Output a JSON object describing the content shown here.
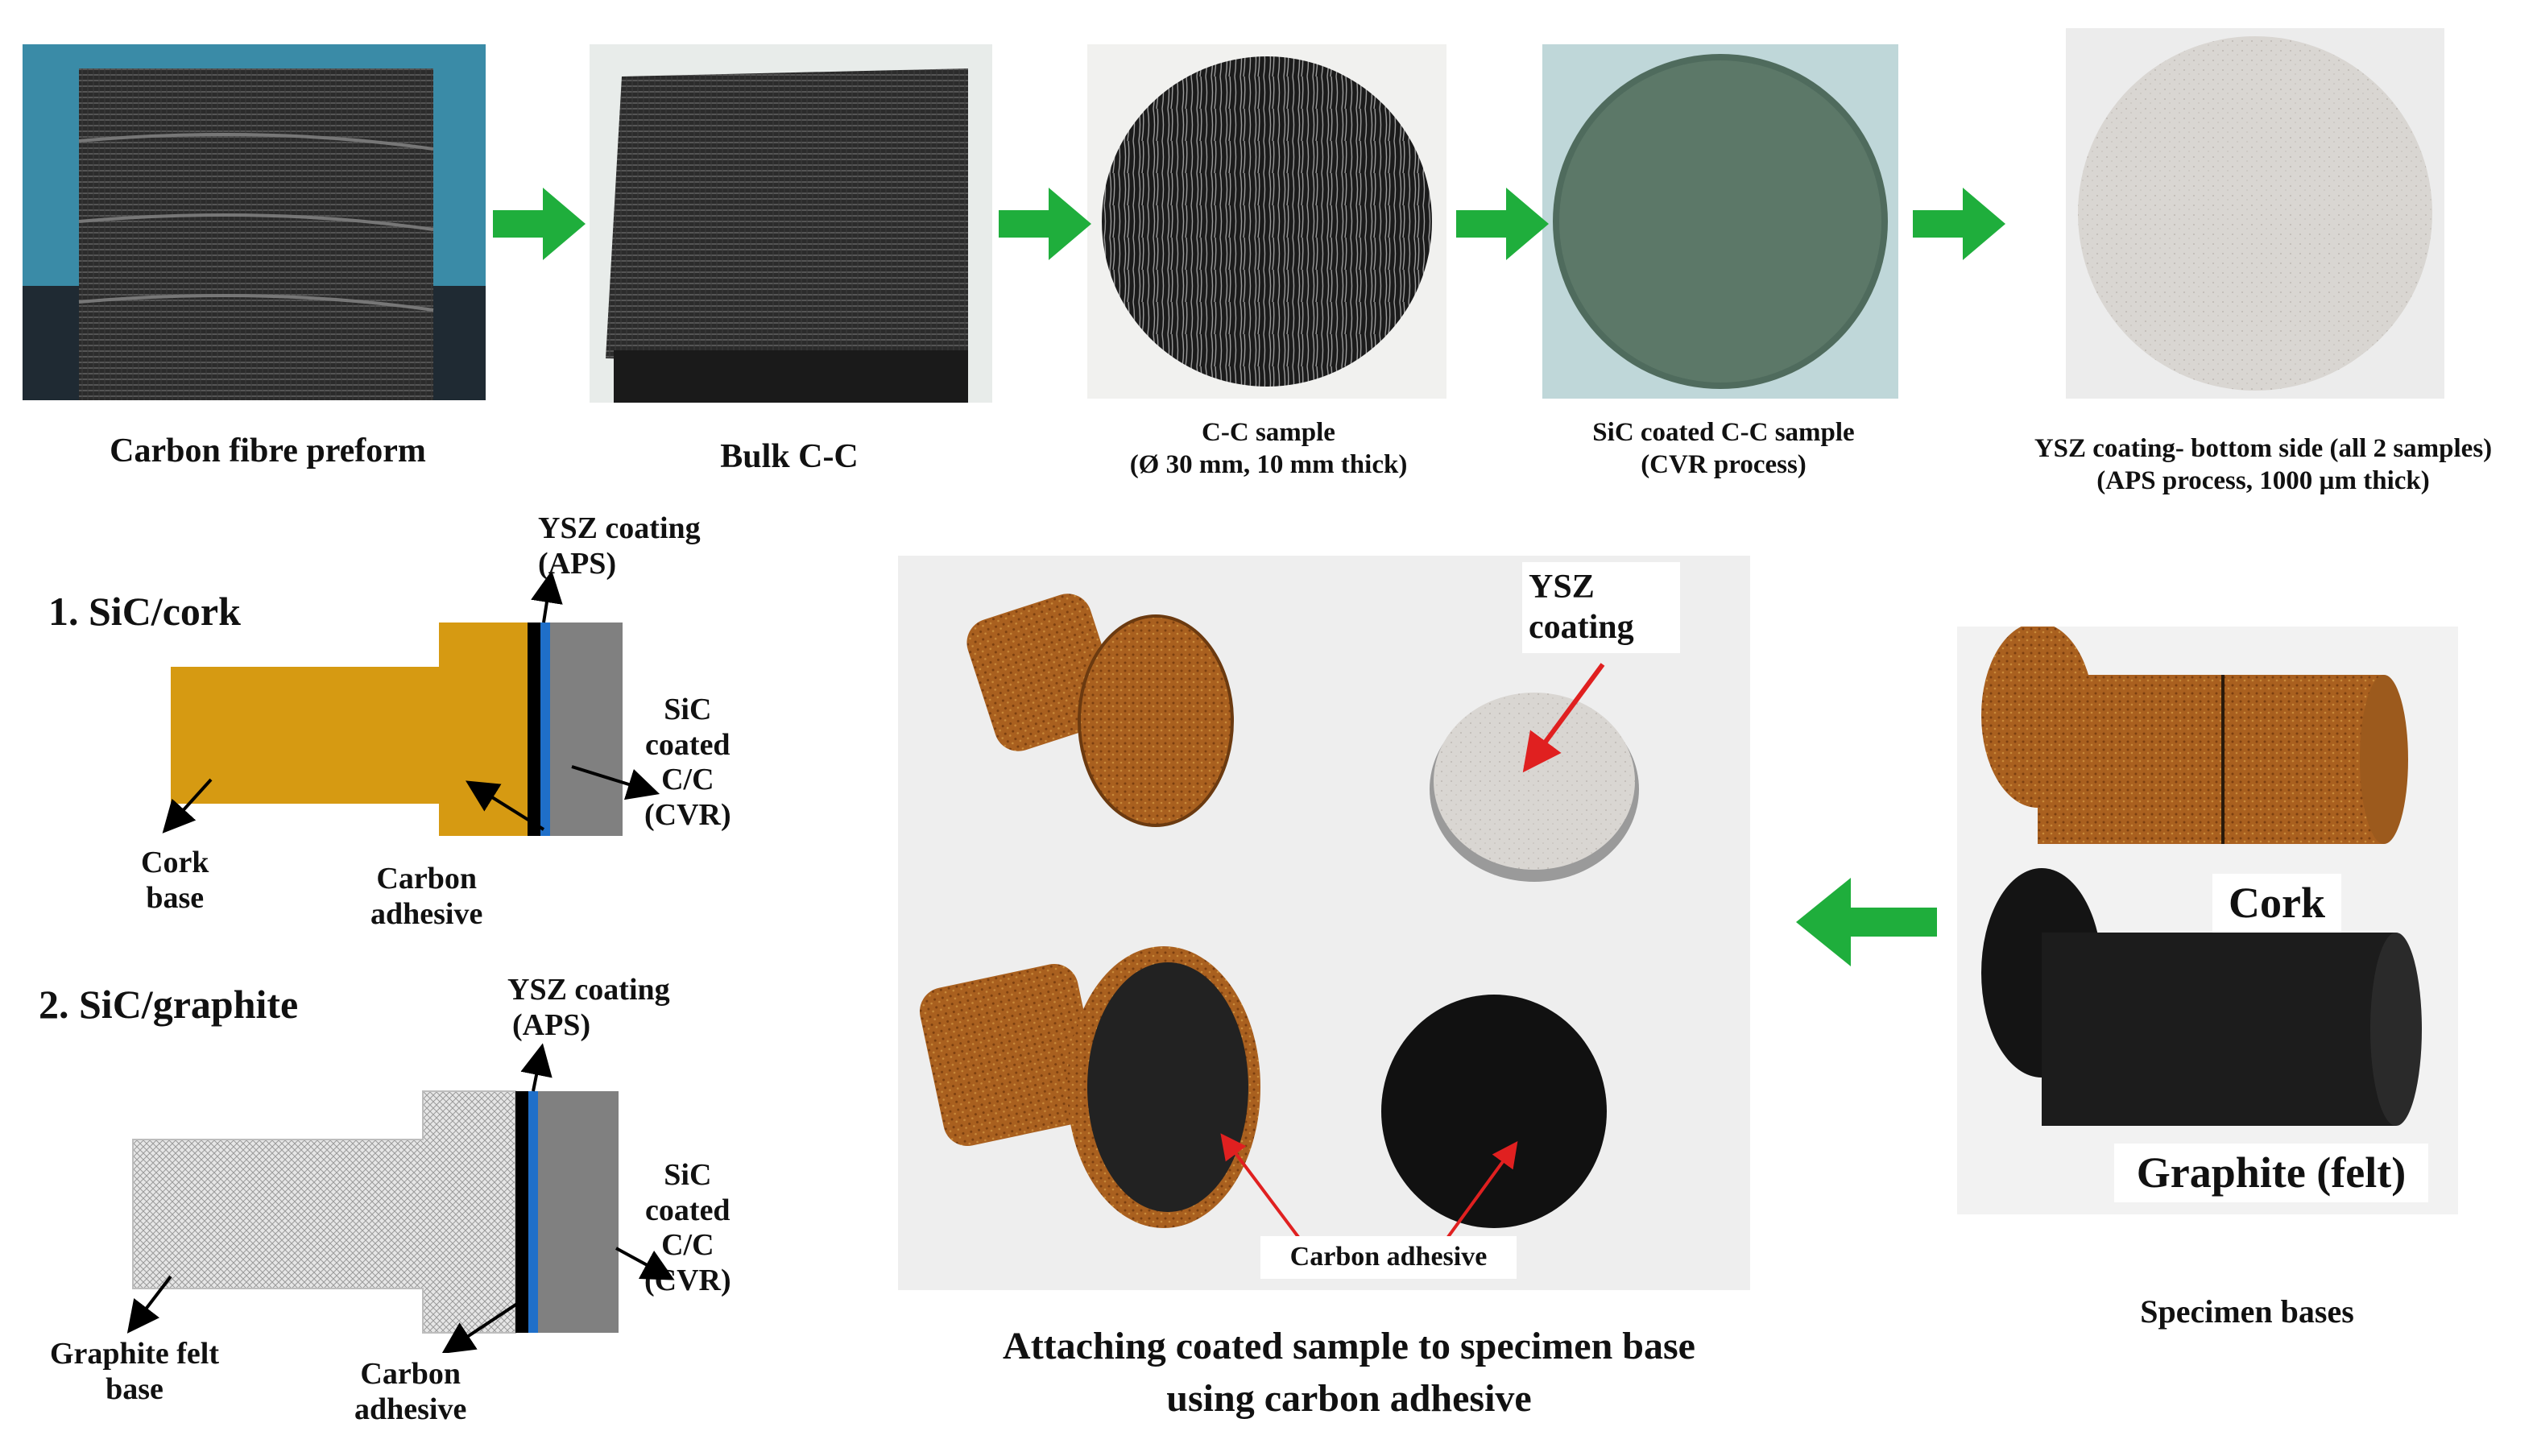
{
  "process_steps": [
    {
      "caption": "Carbon fibre preform"
    },
    {
      "caption": "Bulk C-C"
    },
    {
      "caption_line1": "C-C sample",
      "caption_line2": "(Ø 30 mm, 10 mm thick)"
    },
    {
      "caption_line1": "SiC coated C-C sample",
      "caption_line2": "(CVR process)"
    },
    {
      "caption_line1": "YSZ coating- bottom side (all 2 samples)",
      "caption_line2": "(APS process, 1000 µm thick)"
    }
  ],
  "schematic_1": {
    "title": "1. SiC/cork",
    "ysz_line1": "YSZ coating",
    "ysz_line2": "(APS)",
    "sic_line1": "SiC",
    "sic_line2": "coated",
    "sic_line3": "C/C",
    "sic_line4": "(CVR)",
    "base_line1": "Cork",
    "base_line2": "base",
    "adhesive_line1": "Carbon",
    "adhesive_line2": "adhesive"
  },
  "schematic_2": {
    "title": "2. SiC/graphite",
    "ysz_line1": "YSZ coating",
    "ysz_line2": "(APS)",
    "sic_line1": "SiC",
    "sic_line2": "coated",
    "sic_line3": "C/C",
    "sic_line4": "(CVR)",
    "base_line1": "Graphite felt",
    "base_line2": "base",
    "adhesive_line1": "Carbon",
    "adhesive_line2": "adhesive"
  },
  "attach_photo": {
    "ysz_tag_line1": "YSZ",
    "ysz_tag_line2": "coating",
    "adhesive_tag": "Carbon adhesive",
    "caption_line1": "Attaching coated sample to specimen base",
    "caption_line2": "using carbon adhesive"
  },
  "bases_photo": {
    "cork_tag": "Cork",
    "graphite_tag": "Graphite (felt)",
    "caption": "Specimen bases"
  },
  "colors": {
    "arrow": "#1fae3c",
    "cork": "#d69a12",
    "sic": "#808080",
    "ysz": "#1f6fc9",
    "adhesive": "#000000",
    "label_arrow_red": "#e02020"
  }
}
